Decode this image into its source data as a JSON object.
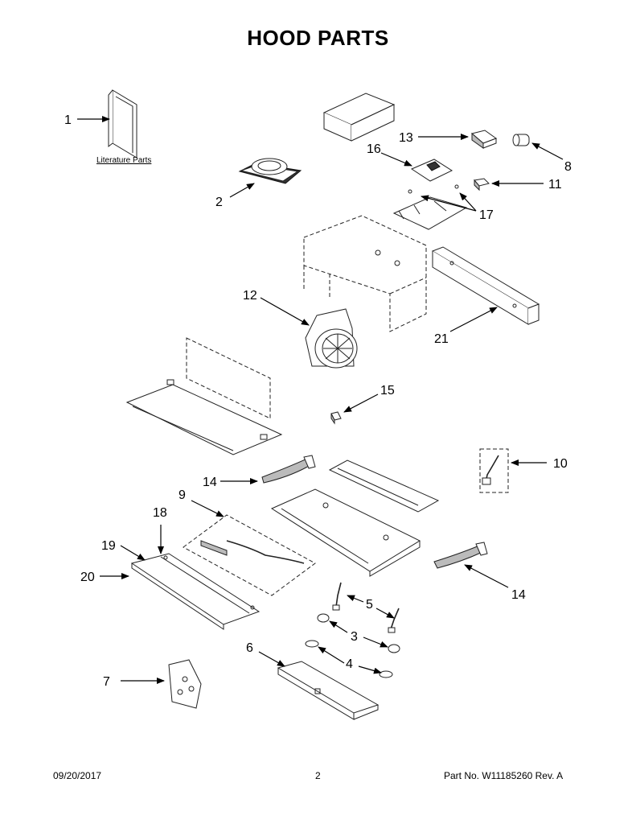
{
  "title": "HOOD PARTS",
  "literature_label": "Literature Parts",
  "callouts": {
    "c1": "1",
    "c2": "2",
    "c3": "3",
    "c4": "4",
    "c5": "5",
    "c6": "6",
    "c7": "7",
    "c8": "8",
    "c9": "9",
    "c10": "10",
    "c11": "11",
    "c12": "12",
    "c13": "13",
    "c14a": "14",
    "c14b": "14",
    "c15": "15",
    "c16": "16",
    "c17": "17",
    "c18": "18",
    "c19": "19",
    "c20": "20",
    "c21": "21"
  },
  "footer": {
    "date": "09/20/2017",
    "page": "2",
    "part_no": "Part No.  W11185260  Rev.  A"
  }
}
